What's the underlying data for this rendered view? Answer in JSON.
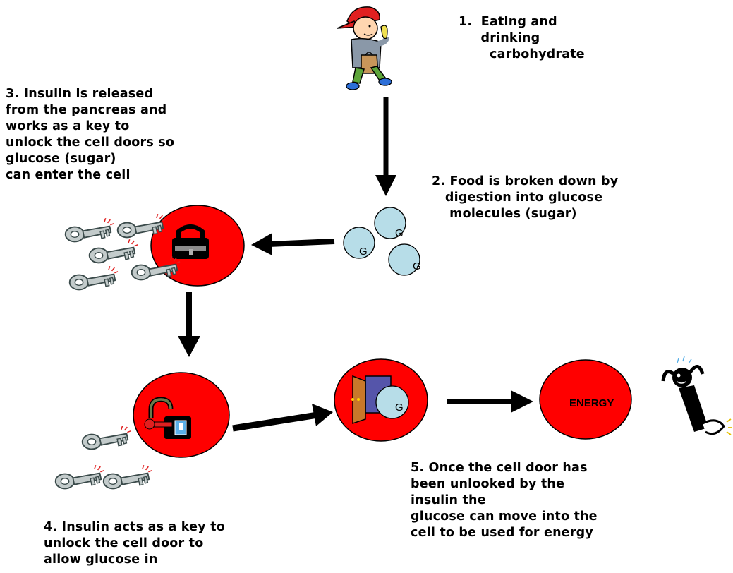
{
  "steps": {
    "step1": [
      "1.  Eating and",
      "     drinking",
      "       carbohydrate"
    ],
    "step2": [
      "2. Food is broken down by",
      "   digestion into glucose",
      "    molecules (sugar)"
    ],
    "step3": [
      "3. Insulin is released",
      "from the pancreas and",
      "works as a key to",
      "unlock the cell doors so",
      "glucose (sugar)",
      "can enter the cell"
    ],
    "step4": [
      "4. Insulin acts as a key to",
      "unlock the cell door to",
      "allow glucose in"
    ],
    "step5": [
      "5. Once the cell door has",
      "been unlooked by the",
      "insulin the",
      "glucose can move into the",
      "cell to be used for energy"
    ]
  },
  "molecule_label": "G",
  "energy_label": "ENERGY",
  "colors": {
    "cell": "#ff0000",
    "glucose": "#b7dde8",
    "arrow": "#000000",
    "key": "#c0c8c8",
    "text": "#000000"
  },
  "icons": [
    "boy-eating-icon",
    "padlock-locked-icon",
    "padlock-unlocked-icon",
    "door-open-icon",
    "key-icon",
    "energetic-person-icon"
  ]
}
